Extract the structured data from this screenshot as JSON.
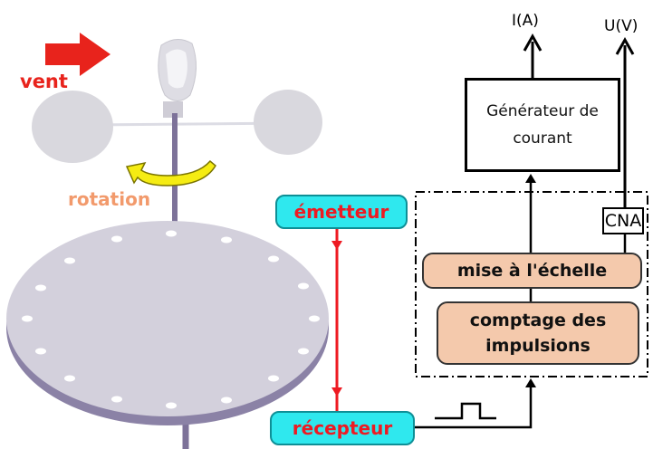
{
  "labels": {
    "wind": "vent",
    "rotation": "rotation",
    "emitter": "émetteur",
    "receiver": "récepteur",
    "current_generator": "Générateur de courant",
    "dac": "CNA",
    "scaling": "mise à l'échelle",
    "pulse_counting": "comptage des impulsions",
    "output_current": "I(A)",
    "output_voltage": "U(V)"
  },
  "colors": {
    "wind_arrow": "#e8231c",
    "rotation_arrow": "#f5ec13",
    "disc": "#d3d0dc",
    "shaft": "#7d7299",
    "sensor_box": "#2fe8ee",
    "signal_line": "#ee1a22",
    "processing_box": "#f4c9ac"
  }
}
